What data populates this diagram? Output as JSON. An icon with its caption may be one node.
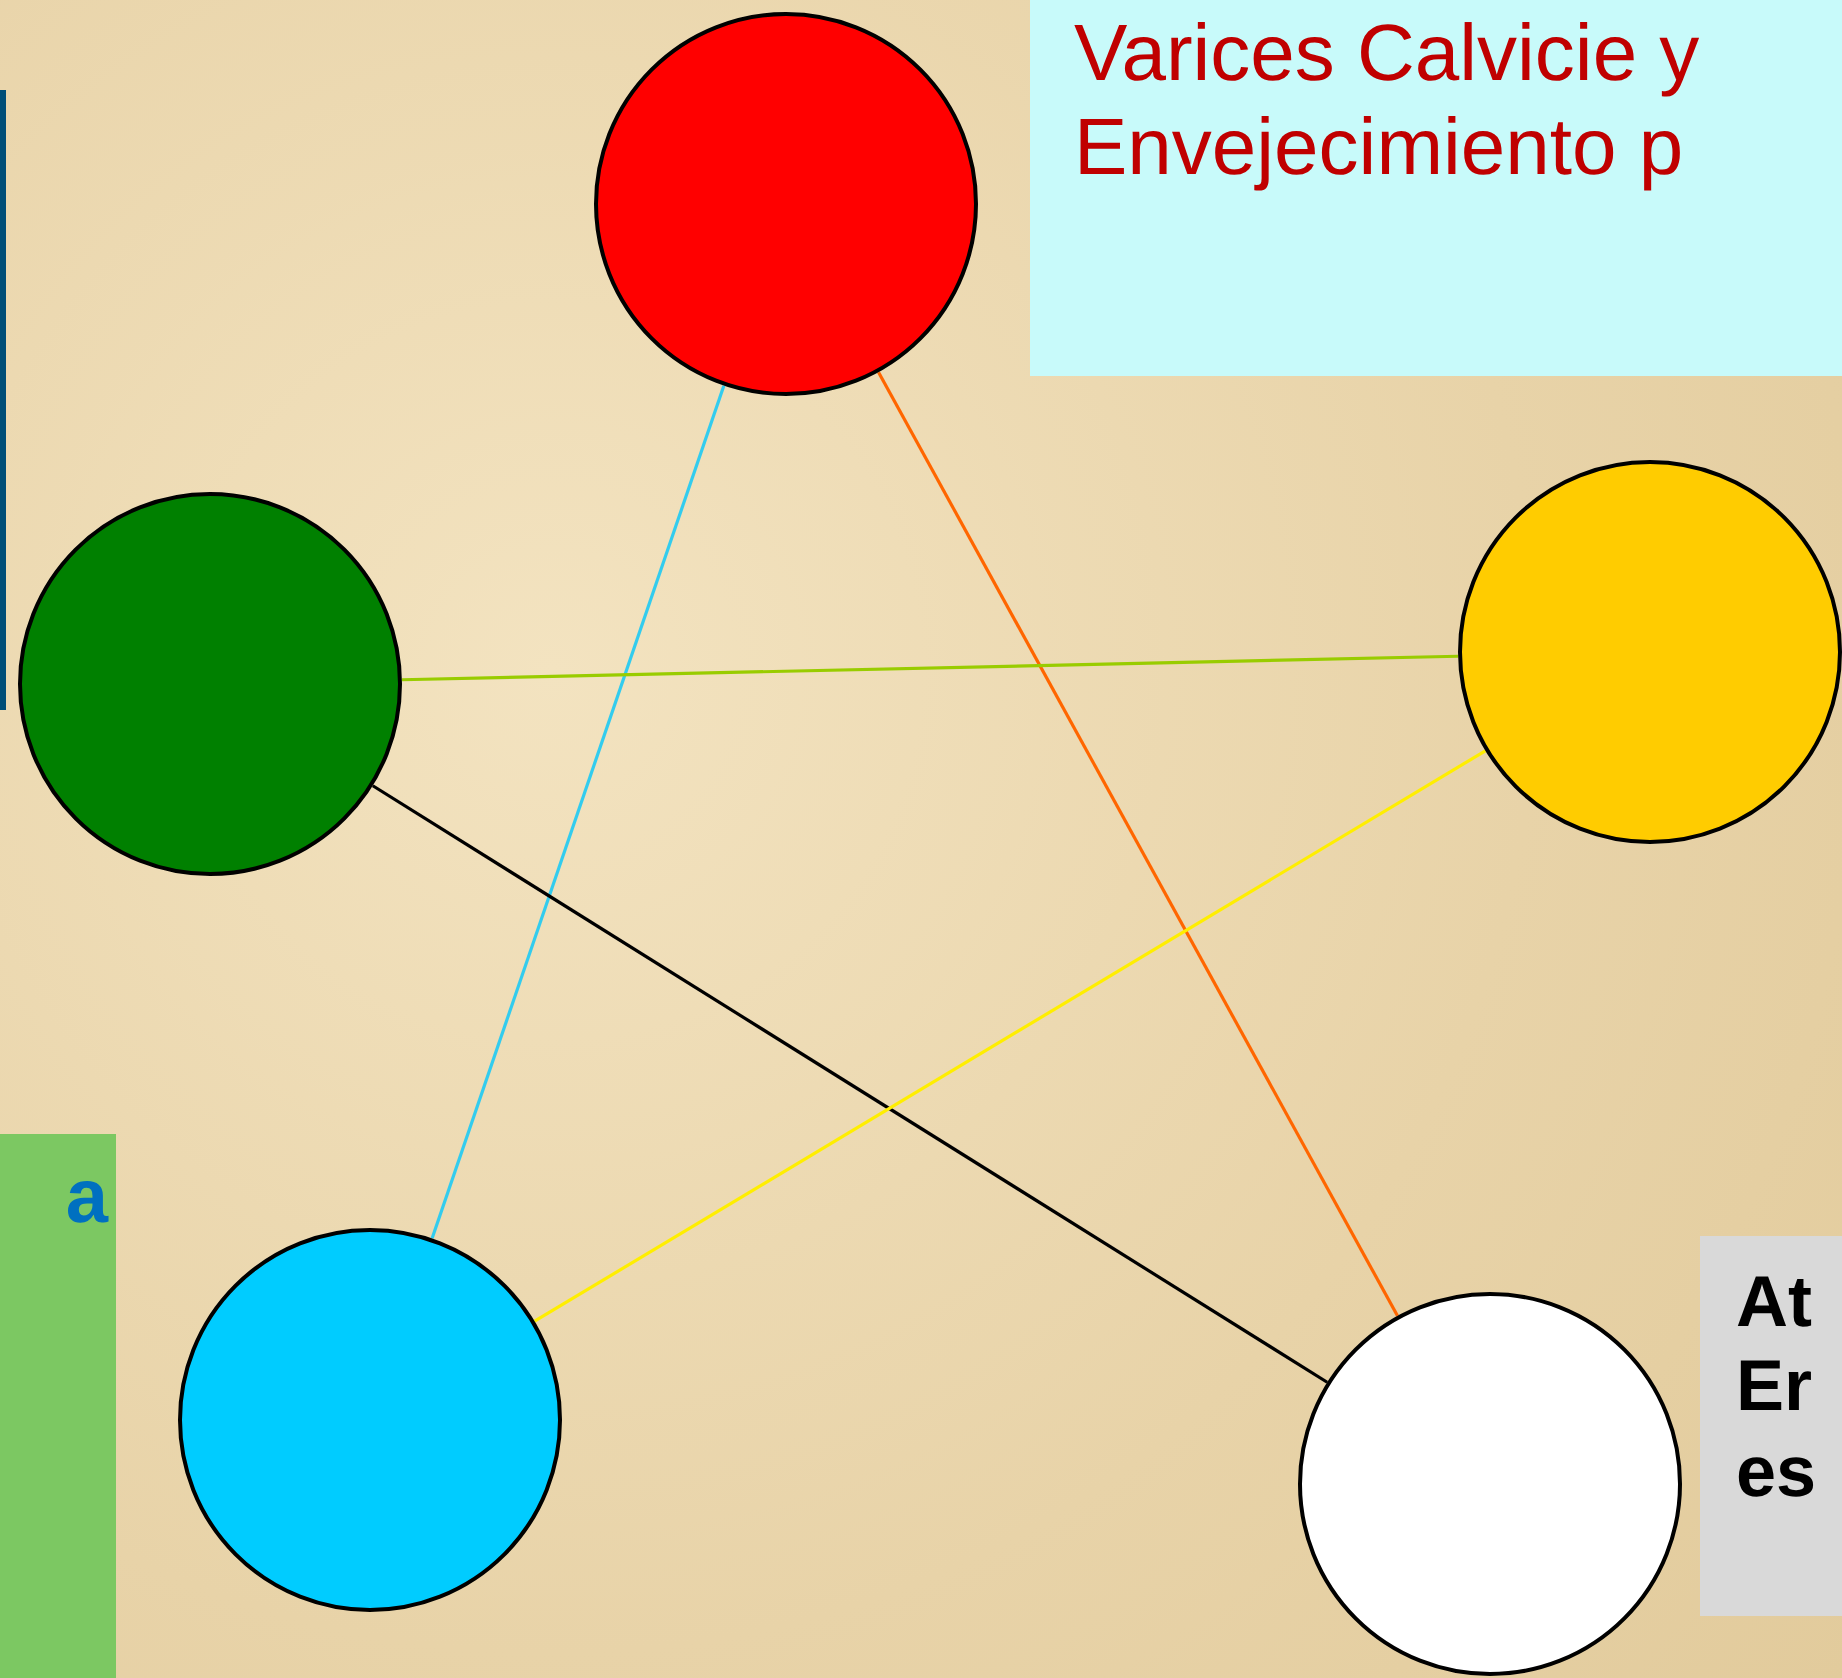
{
  "diagram": {
    "nodes": [
      {
        "text": [],
        "shape": "circle"
      },
      {
        "text": [
          "Varices Calvicie y Envejecimiento p"
        ]
      },
      {
        "text": [],
        "shape": "box"
      },
      {
        "text": [],
        "shape": "circle"
      },
      {
        "text": [],
        "shape": "circle"
      },
      {
        "text": [
          "a"
        ]
      },
      {
        "text": [],
        "shape": "circle"
      },
      {
        "text": [],
        "shape": "circle"
      },
      {
        "text": [
          "At Er es"
        ]
      }
    ],
    "edges": [
      {
        "from": 0,
        "to": 6,
        "arrow": "none",
        "color": "#33ccee"
      },
      {
        "from": 0,
        "to": 7,
        "arrow": "none",
        "color": "#ff6600"
      },
      {
        "from": 3,
        "to": 4,
        "arrow": "none",
        "color": "#99cc00"
      },
      {
        "from": 3,
        "to": 7,
        "arrow": "none",
        "color": "#000000"
      },
      {
        "from": 4,
        "to": 6,
        "arrow": "none",
        "color": "#ffee00"
      }
    ]
  }
}
